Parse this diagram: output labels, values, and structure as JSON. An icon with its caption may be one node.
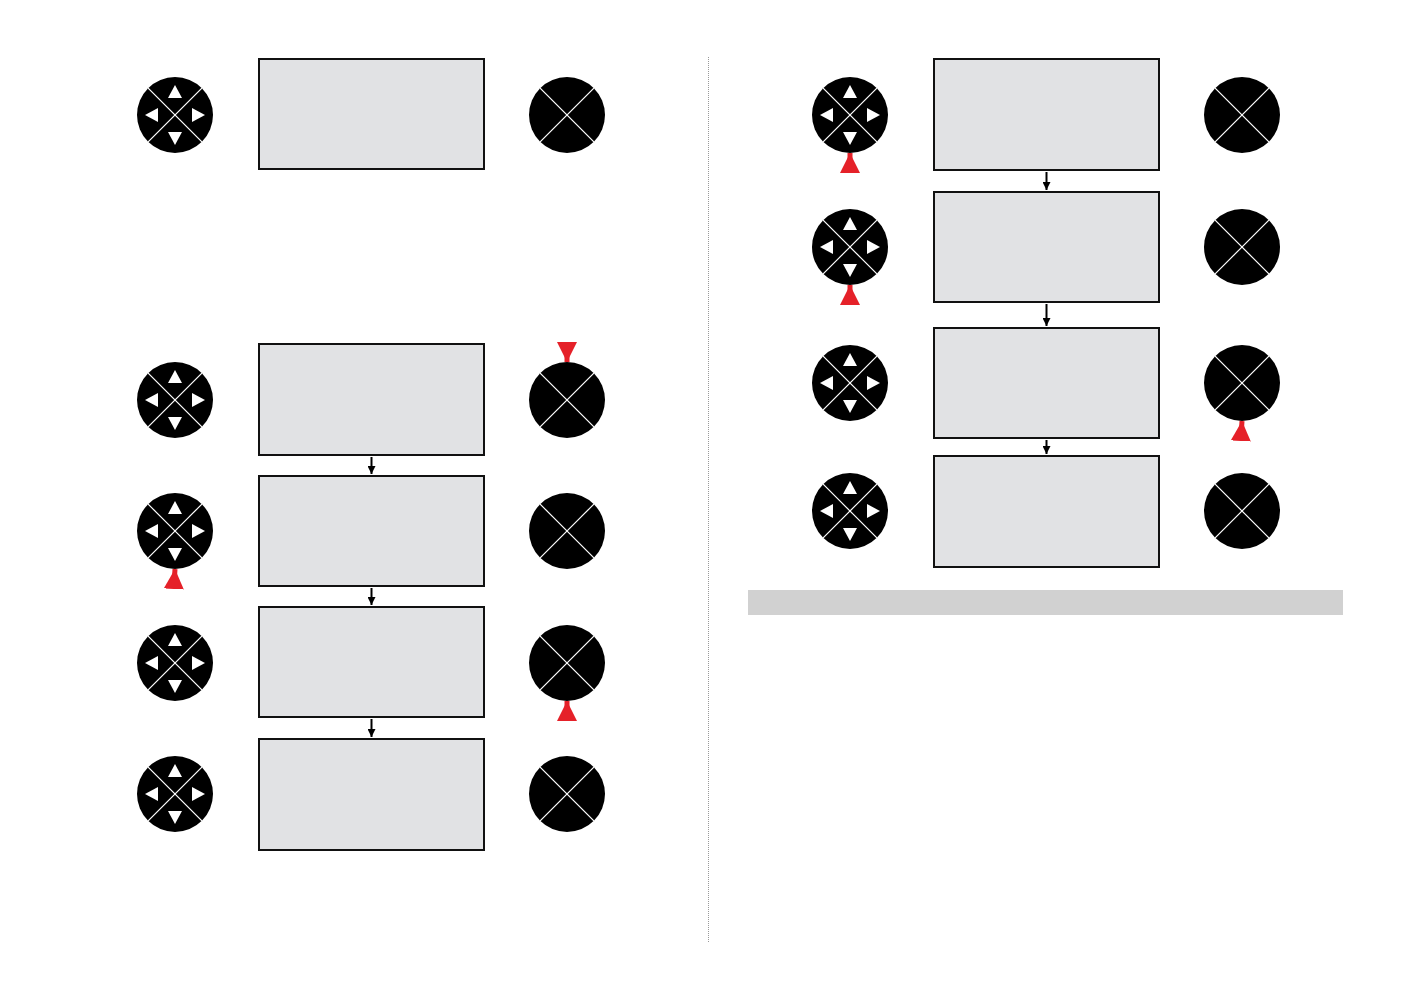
{
  "diagram": {
    "nodes": [
      {
        "text": [],
        "shape": "circle"
      },
      {
        "text": [],
        "shape": "box"
      },
      {
        "text": [],
        "shape": "circle"
      },
      {
        "text": [],
        "shape": "circle"
      },
      {
        "text": [],
        "shape": "box"
      },
      {
        "text": [],
        "shape": "circle"
      },
      {
        "text": [],
        "shape": "circle"
      },
      {
        "text": [],
        "shape": "box"
      },
      {
        "text": [],
        "shape": "circle"
      },
      {
        "text": [],
        "shape": "circle"
      },
      {
        "text": [],
        "shape": "box"
      },
      {
        "text": [],
        "shape": "circle"
      },
      {
        "text": [],
        "shape": "circle"
      },
      {
        "text": [],
        "shape": "box"
      },
      {
        "text": [],
        "shape": "circle"
      },
      {
        "text": [],
        "shape": "circle"
      },
      {
        "text": [],
        "shape": "box"
      },
      {
        "text": [],
        "shape": "circle"
      },
      {
        "text": [],
        "shape": "circle"
      },
      {
        "text": [],
        "shape": "box"
      },
      {
        "text": [],
        "shape": "circle"
      },
      {
        "text": [],
        "shape": "circle"
      },
      {
        "text": [],
        "shape": "box"
      },
      {
        "text": [],
        "shape": "circle"
      },
      {
        "text": [],
        "shape": "circle"
      },
      {
        "text": [],
        "shape": "box"
      },
      {
        "text": [],
        "shape": "circle"
      },
      {
        "text": [],
        "shape": "bar"
      }
    ],
    "edges": [
      {
        "from": 4,
        "to": 7,
        "arrow": "to"
      },
      {
        "from": 7,
        "to": 10,
        "arrow": "to"
      },
      {
        "from": 10,
        "to": 13,
        "arrow": "to"
      },
      {
        "from": 16,
        "to": 19,
        "arrow": "to"
      },
      {
        "from": 19,
        "to": 22,
        "arrow": "to"
      },
      {
        "from": 22,
        "to": 25,
        "arrow": "to"
      },
      {
        "from": null,
        "to": 5,
        "arrow": "to",
        "style": "thick",
        "color": "#e52129"
      },
      {
        "from": null,
        "to": 6,
        "arrow": "to",
        "style": "thick",
        "color": "#e52129"
      },
      {
        "from": null,
        "to": 11,
        "arrow": "to",
        "style": "thick",
        "color": "#e52129"
      },
      {
        "from": null,
        "to": 15,
        "arrow": "to",
        "style": "thick",
        "color": "#e52129"
      },
      {
        "from": null,
        "to": 18,
        "arrow": "to",
        "style": "thick",
        "color": "#e52129"
      },
      {
        "from": null,
        "to": 23,
        "arrow": "to",
        "style": "thick",
        "color": "#e52129"
      }
    ]
  }
}
